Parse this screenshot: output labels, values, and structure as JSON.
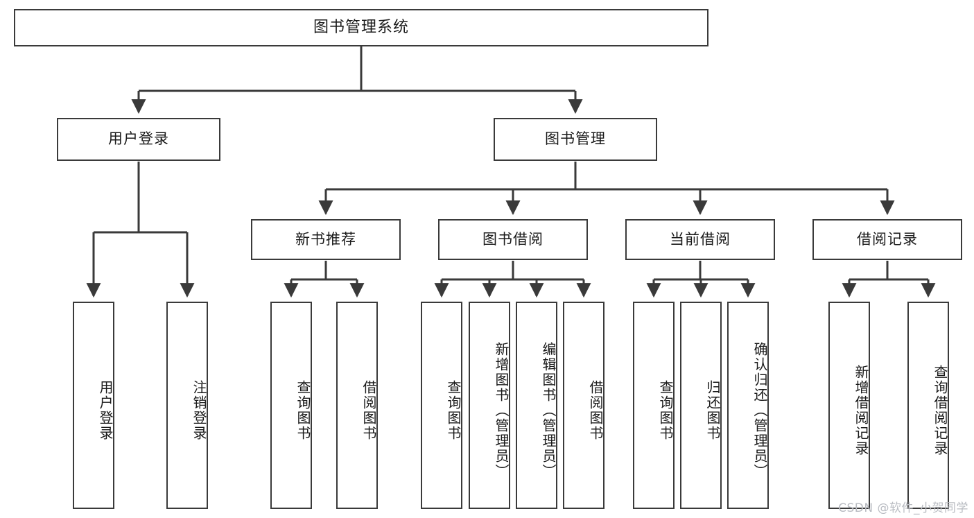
{
  "diagram": {
    "title": "图书管理系统",
    "watermark": "CSDN @软件_小贺同学",
    "line_color": "#3a3a3a",
    "box_fill": "#ffffff",
    "text_color": "#1a1a1a",
    "watermark_color": "#b9bcc2",
    "levels": {
      "root": {
        "label": "图书管理系统"
      },
      "level2": [
        {
          "label": "用户登录"
        },
        {
          "label": "图书管理"
        }
      ],
      "level3": [
        {
          "label": "新书推荐"
        },
        {
          "label": "图书借阅"
        },
        {
          "label": "当前借阅"
        },
        {
          "label": "借阅记录"
        }
      ],
      "leaves": {
        "user_login": [
          {
            "label": "用户登录"
          },
          {
            "label": "注销登录"
          }
        ],
        "new_book_recommend": [
          {
            "label": "查询图书"
          },
          {
            "label": "借阅图书"
          }
        ],
        "book_borrow": [
          {
            "label": "查询图书"
          },
          {
            "label": "新增图书（管理员）"
          },
          {
            "label": "编辑图书（管理员）"
          },
          {
            "label": "借阅图书"
          }
        ],
        "current_borrow": [
          {
            "label": "查询图书"
          },
          {
            "label": "归还图书"
          },
          {
            "label": "确认归还（管理员）"
          }
        ],
        "borrow_records": [
          {
            "label": "新增借阅记录"
          },
          {
            "label": "查询借阅记录"
          }
        ]
      }
    }
  }
}
